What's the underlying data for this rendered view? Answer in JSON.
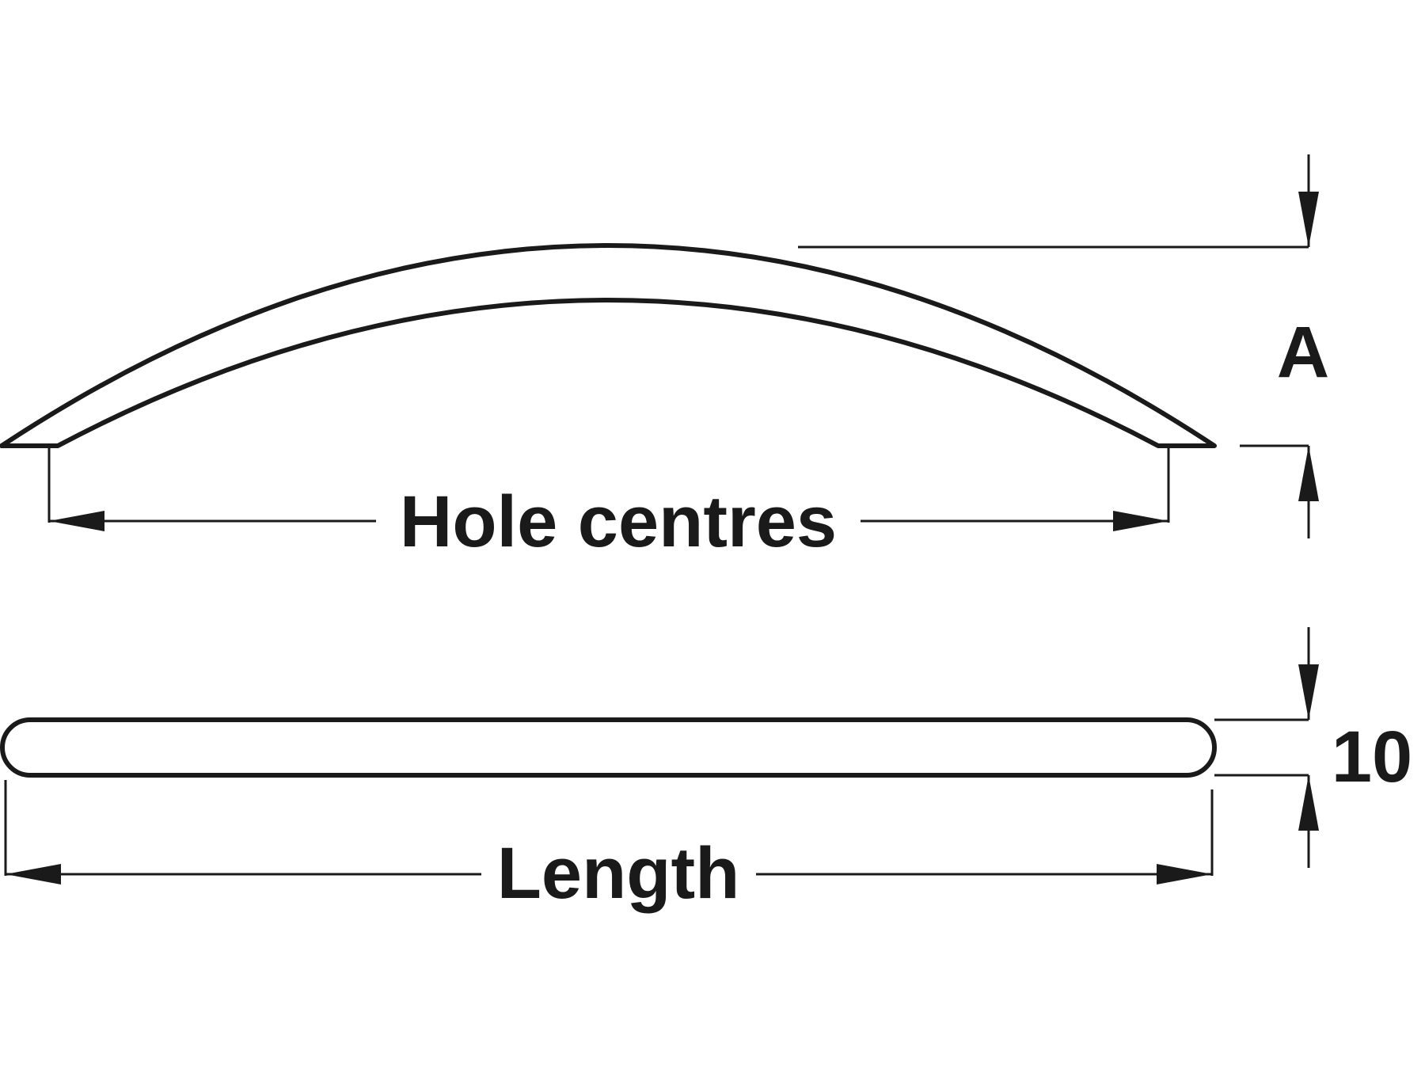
{
  "diagram": {
    "labels": {
      "hole_centres": "Hole centres",
      "height_a": "A",
      "thickness": "10",
      "length": "Length"
    },
    "colors": {
      "line": "#1a1a1a",
      "background": "#ffffff"
    }
  }
}
